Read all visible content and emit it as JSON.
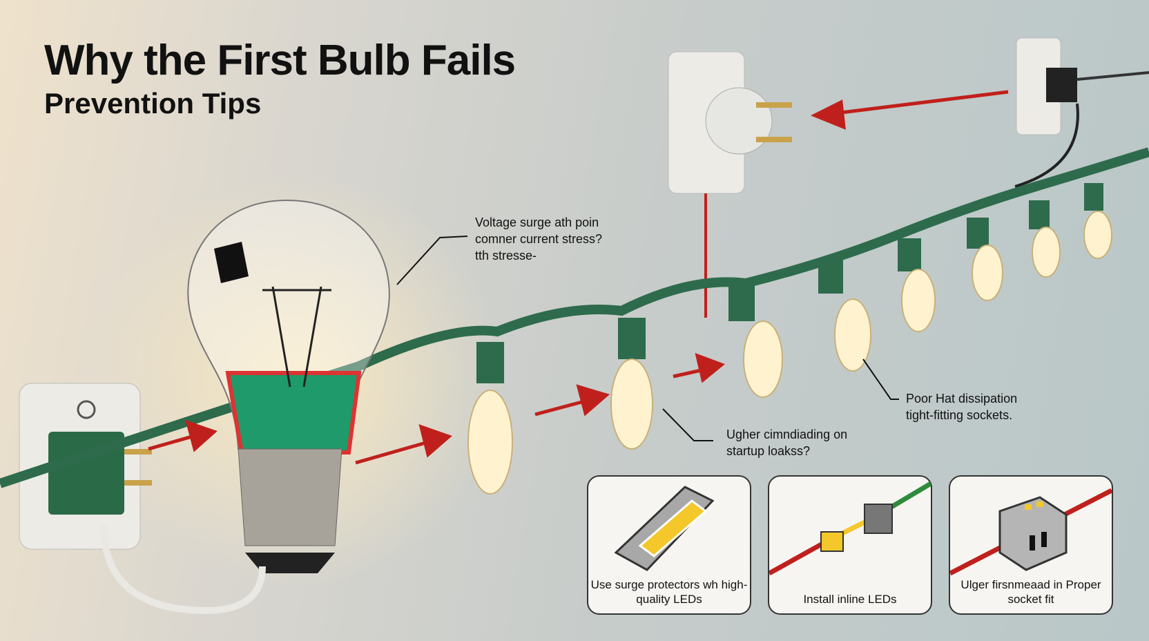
{
  "title": "Why the First Bulb Fails",
  "subtitle": "Prevention Tips",
  "callouts": {
    "voltage": [
      "Voltage surge ath poin",
      "comner current stress?",
      "tth stresse-"
    ],
    "heat": [
      "Poor Hat dissipation",
      "tight-fitting sockets."
    ],
    "startup": [
      "Ugher cimndiading on",
      "startup loakss?"
    ]
  },
  "tips": [
    {
      "label": "Use surge protectors wh high-quality LEDs",
      "icon": "surge-protector-icon"
    },
    {
      "label": "Install inline LEDs",
      "icon": "inline-connector-icon"
    },
    {
      "label": "Ulger firsnmeaad in Proper socket fit",
      "icon": "socket-block-icon"
    }
  ],
  "colors": {
    "wire": "#2d6b4c",
    "arrow": "#c0201c",
    "bulb_glow": "#ffe9a8"
  }
}
